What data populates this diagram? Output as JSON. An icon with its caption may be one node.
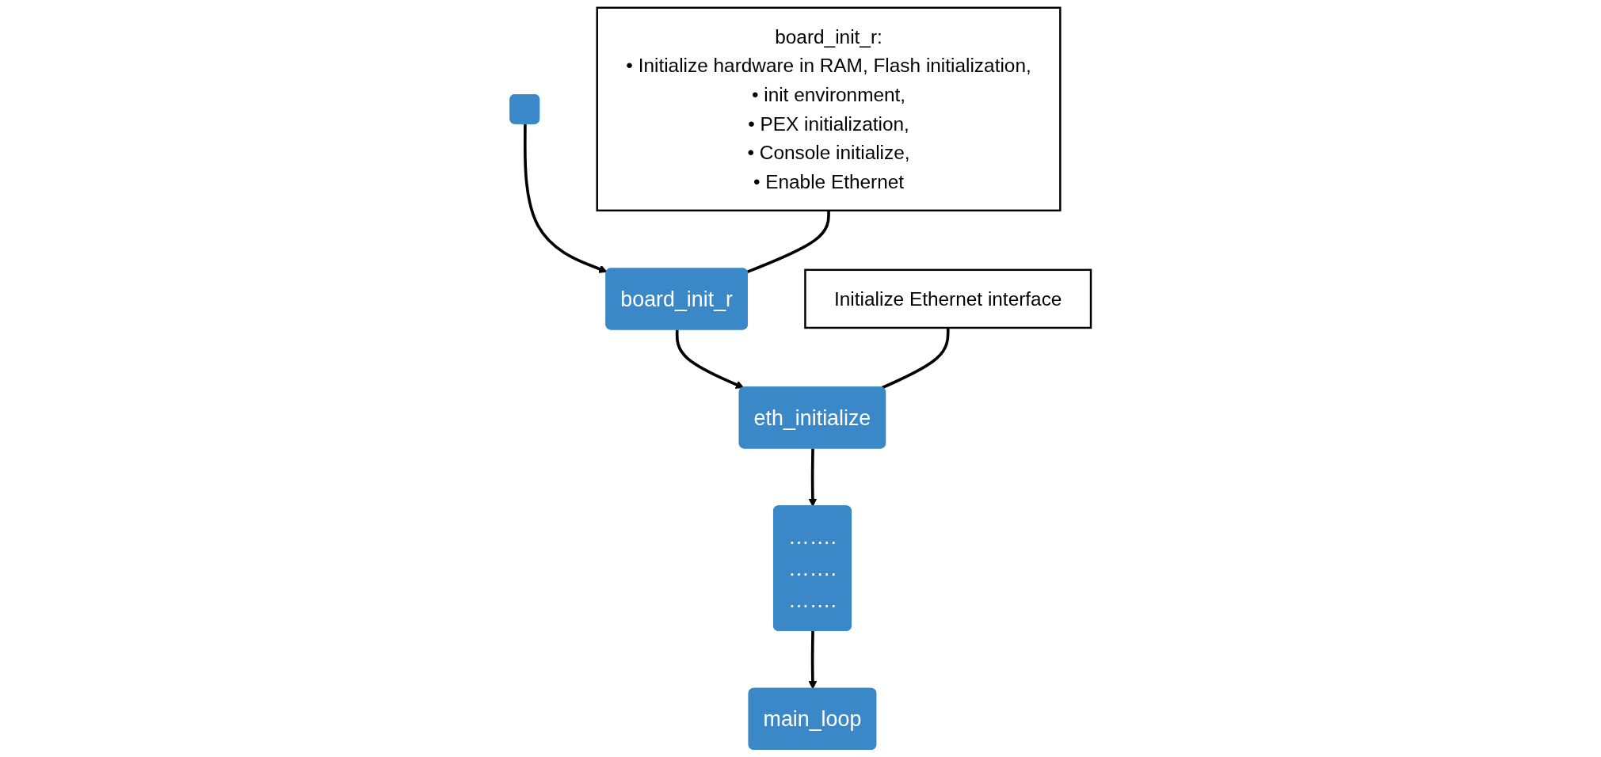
{
  "diagram": {
    "nodes": [
      {
        "text": [
          "board_init_r:",
          "• Initialize hardware in RAM, Flash initialization,",
          "• init environment,",
          "• PEX initialization,",
          "• Console initialize,",
          "• Enable Ethernet"
        ]
      },
      {
        "text": [],
        "shape": "box"
      },
      {
        "text": [
          "board_init_r"
        ]
      },
      {
        "text": [
          "eth_initialize"
        ]
      },
      {
        "text": [
          "…….",
          "…….",
          "……."
        ]
      },
      {
        "text": [
          "main_loop"
        ]
      },
      {
        "text": [
          "Initialize Ethernet interface"
        ]
      }
    ],
    "edges": [
      {
        "from": 1,
        "to": 2,
        "arrow": "to"
      },
      {
        "from": 2,
        "to": 3,
        "arrow": "to"
      },
      {
        "from": 3,
        "to": 4,
        "arrow": "to"
      },
      {
        "from": 4,
        "to": 5,
        "arrow": "to"
      },
      {
        "from": 0,
        "to": 2,
        "arrow": "none"
      },
      {
        "from": 6,
        "to": 3,
        "arrow": "none"
      }
    ]
  }
}
